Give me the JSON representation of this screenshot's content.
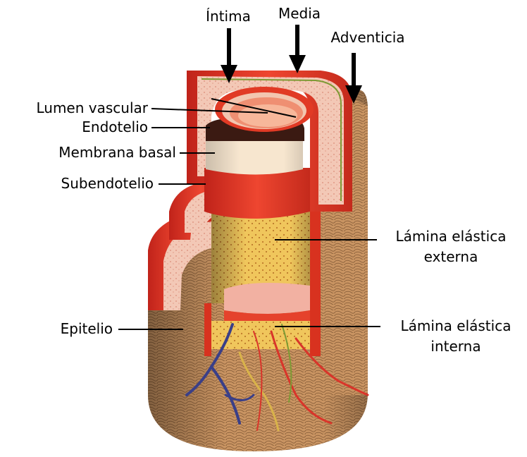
{
  "labels": {
    "intima": "Íntima",
    "media": "Media",
    "adventicia": "Adventicia",
    "lumen_vascular": "Lumen vascular",
    "endotelio": "Endotelio",
    "membrana_basal": "Membrana basal",
    "subendotelio": "Subendotelio",
    "lamina_externa_1": "Lámina elástica",
    "lamina_externa_2": "externa",
    "epitelio": "Epitelio",
    "lamina_interna_1": "Lámina elástica",
    "lamina_interna_2": "interna"
  },
  "colors": {
    "adventitia": "#c9925e",
    "media_red": "#e23a26",
    "media_pink": "#f4cfc0",
    "subendothelium_yellow": "#f1c860",
    "endothelium_cream": "#f6e7d0",
    "vein_blue": "#3a3f88",
    "elastic_green": "#8a9a3a"
  }
}
